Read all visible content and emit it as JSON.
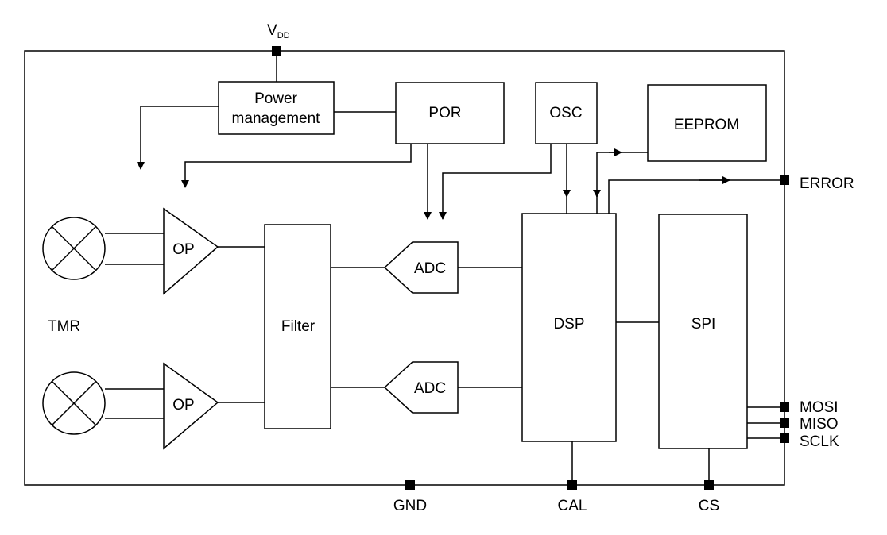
{
  "pins": {
    "vdd_main": "V",
    "vdd_sub": "DD",
    "error": "ERROR",
    "mosi": "MOSI",
    "miso": "MISO",
    "sclk": "SCLK",
    "gnd": "GND",
    "cal": "CAL",
    "cs": "CS"
  },
  "blocks": {
    "power_line1": "Power",
    "power_line2": "management",
    "por": "POR",
    "osc": "OSC",
    "eeprom": "EEPROM",
    "op1": "OP",
    "op2": "OP",
    "filter": "Filter",
    "adc1": "ADC",
    "adc2": "ADC",
    "dsp": "DSP",
    "spi": "SPI",
    "tmr": "TMR"
  }
}
